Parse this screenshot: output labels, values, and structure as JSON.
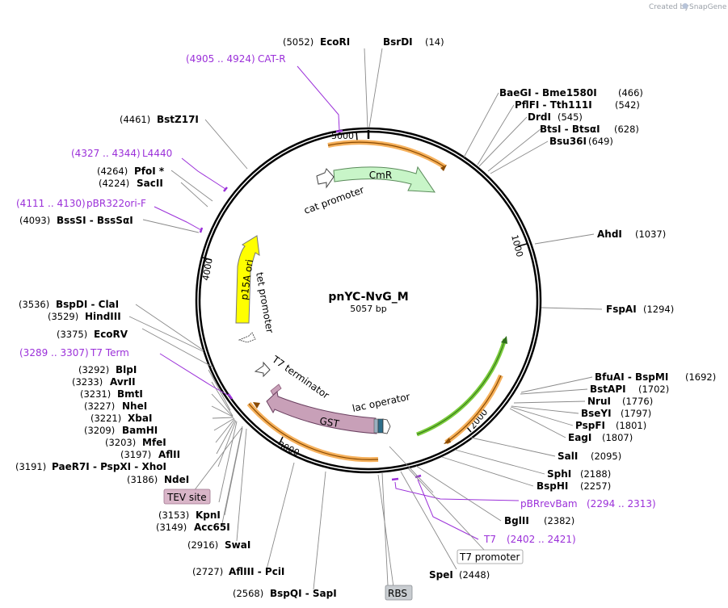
{
  "credit": {
    "prefix": "Created by",
    "brand": "SnapGene"
  },
  "plasmid": {
    "name": "pnYC-NvG_M",
    "length_label": "5057 bp"
  },
  "ticks": [
    "1000",
    "2000",
    "3000",
    "4000",
    "5000"
  ],
  "enzymes": [
    {
      "pos": "(5052)",
      "name": "EcoRI"
    },
    {
      "pos": "(14)",
      "name": "BsrDI"
    },
    {
      "pos": "(466)",
      "name": "BaeGI  - Bme1580I"
    },
    {
      "pos": "(542)",
      "name": "PflFI  - Tth111I"
    },
    {
      "pos": "(545)",
      "name": "DrdI"
    },
    {
      "pos": "(628)",
      "name": "BtsI  - BtsαI"
    },
    {
      "pos": "(649)",
      "name": "Bsu36I"
    },
    {
      "pos": "(1037)",
      "name": "AhdI"
    },
    {
      "pos": "(1294)",
      "name": "FspAI"
    },
    {
      "pos": "(1692)",
      "name": "BfuAI  - BspMI"
    },
    {
      "pos": "(1702)",
      "name": "BstAPI"
    },
    {
      "pos": "(1776)",
      "name": "NruI"
    },
    {
      "pos": "(1797)",
      "name": "BseYI"
    },
    {
      "pos": "(1801)",
      "name": "PspFI"
    },
    {
      "pos": "(1807)",
      "name": "EagI"
    },
    {
      "pos": "(2095)",
      "name": "SalI"
    },
    {
      "pos": "(2188)",
      "name": "SphI"
    },
    {
      "pos": "(2257)",
      "name": "BspHI"
    },
    {
      "pos": "(2382)",
      "name": "BglII"
    },
    {
      "pos": "(2448)",
      "name": "SpeI"
    },
    {
      "pos": "(2568)",
      "name": "BspQI  - SapI"
    },
    {
      "pos": "(2727)",
      "name": "AflIII  - PciI"
    },
    {
      "pos": "(2916)",
      "name": "SwaI"
    },
    {
      "pos": "(3149)",
      "name": "Acc65I"
    },
    {
      "pos": "(3153)",
      "name": "KpnI"
    },
    {
      "pos": "(3186)",
      "name": "NdeI"
    },
    {
      "pos": "(3191)",
      "name": "PaeR7I  - PspXI  - XhoI"
    },
    {
      "pos": "(3197)",
      "name": "AflII"
    },
    {
      "pos": "(3203)",
      "name": "MfeI"
    },
    {
      "pos": "(3209)",
      "name": "BamHI"
    },
    {
      "pos": "(3221)",
      "name": "XbaI"
    },
    {
      "pos": "(3227)",
      "name": "NheI"
    },
    {
      "pos": "(3231)",
      "name": "BmtI"
    },
    {
      "pos": "(3233)",
      "name": "AvrII"
    },
    {
      "pos": "(3292)",
      "name": "BlpI"
    },
    {
      "pos": "(3375)",
      "name": "EcoRV"
    },
    {
      "pos": "(3529)",
      "name": "HindIII"
    },
    {
      "pos": "(3536)",
      "name": "BspDI  - ClaI"
    },
    {
      "pos": "(4093)",
      "name": "BssSI  - BssSαI"
    },
    {
      "pos": "(4224)",
      "name": "SacII"
    },
    {
      "pos": "(4264)",
      "name": "PfoI *"
    },
    {
      "pos": "(4461)",
      "name": "BstZ17I"
    }
  ],
  "primers": [
    {
      "range": "(4905 .. 4924)",
      "name": "CAT-R"
    },
    {
      "range": "(4327 .. 4344)",
      "name": "L4440"
    },
    {
      "range": "(4111 .. 4130)",
      "name": "pBR322ori-F"
    },
    {
      "range": "(3289 .. 3307)",
      "name": "T7 Term"
    },
    {
      "name": "pBRrevBam",
      "range": "(2294 .. 2313)"
    },
    {
      "name": "T7",
      "range": "(2402 .. 2421)"
    }
  ],
  "features": [
    {
      "name": "CmR",
      "color": "#c8f5c8"
    },
    {
      "name": "cat promoter",
      "color": "#ffffff"
    },
    {
      "name": "p15A ori",
      "color": "#ffff00"
    },
    {
      "name": "tet promoter",
      "color": "#ffffff"
    },
    {
      "name": "T7 terminator",
      "color": "#ffffff"
    },
    {
      "name": "GST",
      "color": "#c8a0b8"
    },
    {
      "name": "lac operator",
      "color": "#4a8fa8"
    }
  ],
  "boxed_labels": [
    {
      "name": "TEV site",
      "color": "#d9b5c8"
    },
    {
      "name": "T7 promoter",
      "color": "#ffffff"
    },
    {
      "name": "RBS",
      "color": "#c8ccd0"
    }
  ]
}
